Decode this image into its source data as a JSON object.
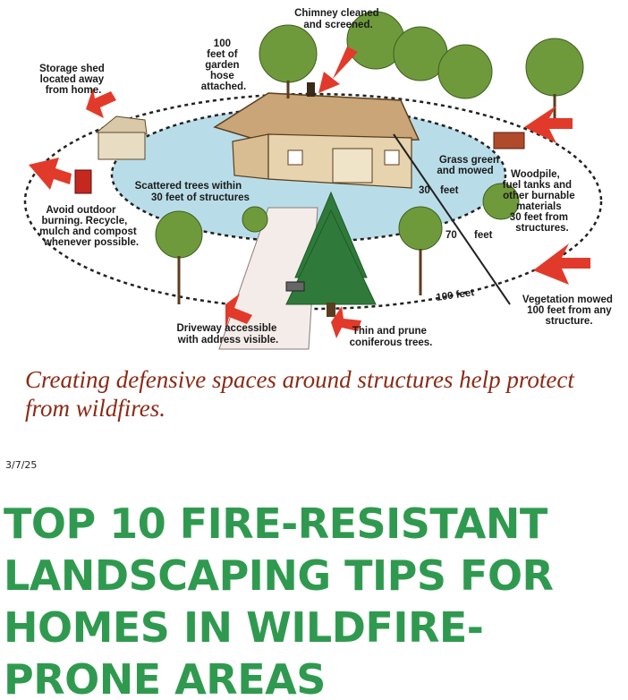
{
  "figure": {
    "labels": {
      "chimney": [
        "Chimney cleaned",
        "and screened."
      ],
      "hose": [
        "100",
        "feet of",
        "garden",
        "hose",
        "attached."
      ],
      "shed": [
        "Storage shed",
        "located away",
        "from home."
      ],
      "scattered": [
        "Scattered trees within",
        "30 feet of structures"
      ],
      "burning": [
        "Avoid outdoor",
        "burning. Recycle,",
        "mulch and compost",
        "whenever possible."
      ],
      "grass": [
        "Grass green",
        "and mowed"
      ],
      "woodpile": [
        "Woodpile,",
        "fuel tanks and",
        "other burnable",
        "materials",
        "30 feet from",
        "structures."
      ],
      "dist30": "30",
      "dist70": "70",
      "feet": "feet",
      "dist100": "100 feet",
      "vegetation": [
        "Vegetation mowed",
        "100 feet from any",
        "structure."
      ],
      "driveway": [
        "Driveway accessible",
        "with address visible."
      ],
      "thin": [
        "Thin and prune",
        "coniferous trees."
      ]
    }
  },
  "caption": "Creating defensive spaces around structures help protect from wildfires.",
  "post": {
    "date": "3/7/25",
    "title_lines": [
      "TOP 10 FIRE-RESISTANT",
      "LANDSCAPING TIPS FOR",
      "HOMES IN WILDFIRE-",
      "PRONE AREAS"
    ]
  },
  "colors": {
    "title": "#2f9a4f",
    "caption": "#8b2a15",
    "zone_fill": "#b9dde8",
    "arrow": "#e23a2a"
  }
}
